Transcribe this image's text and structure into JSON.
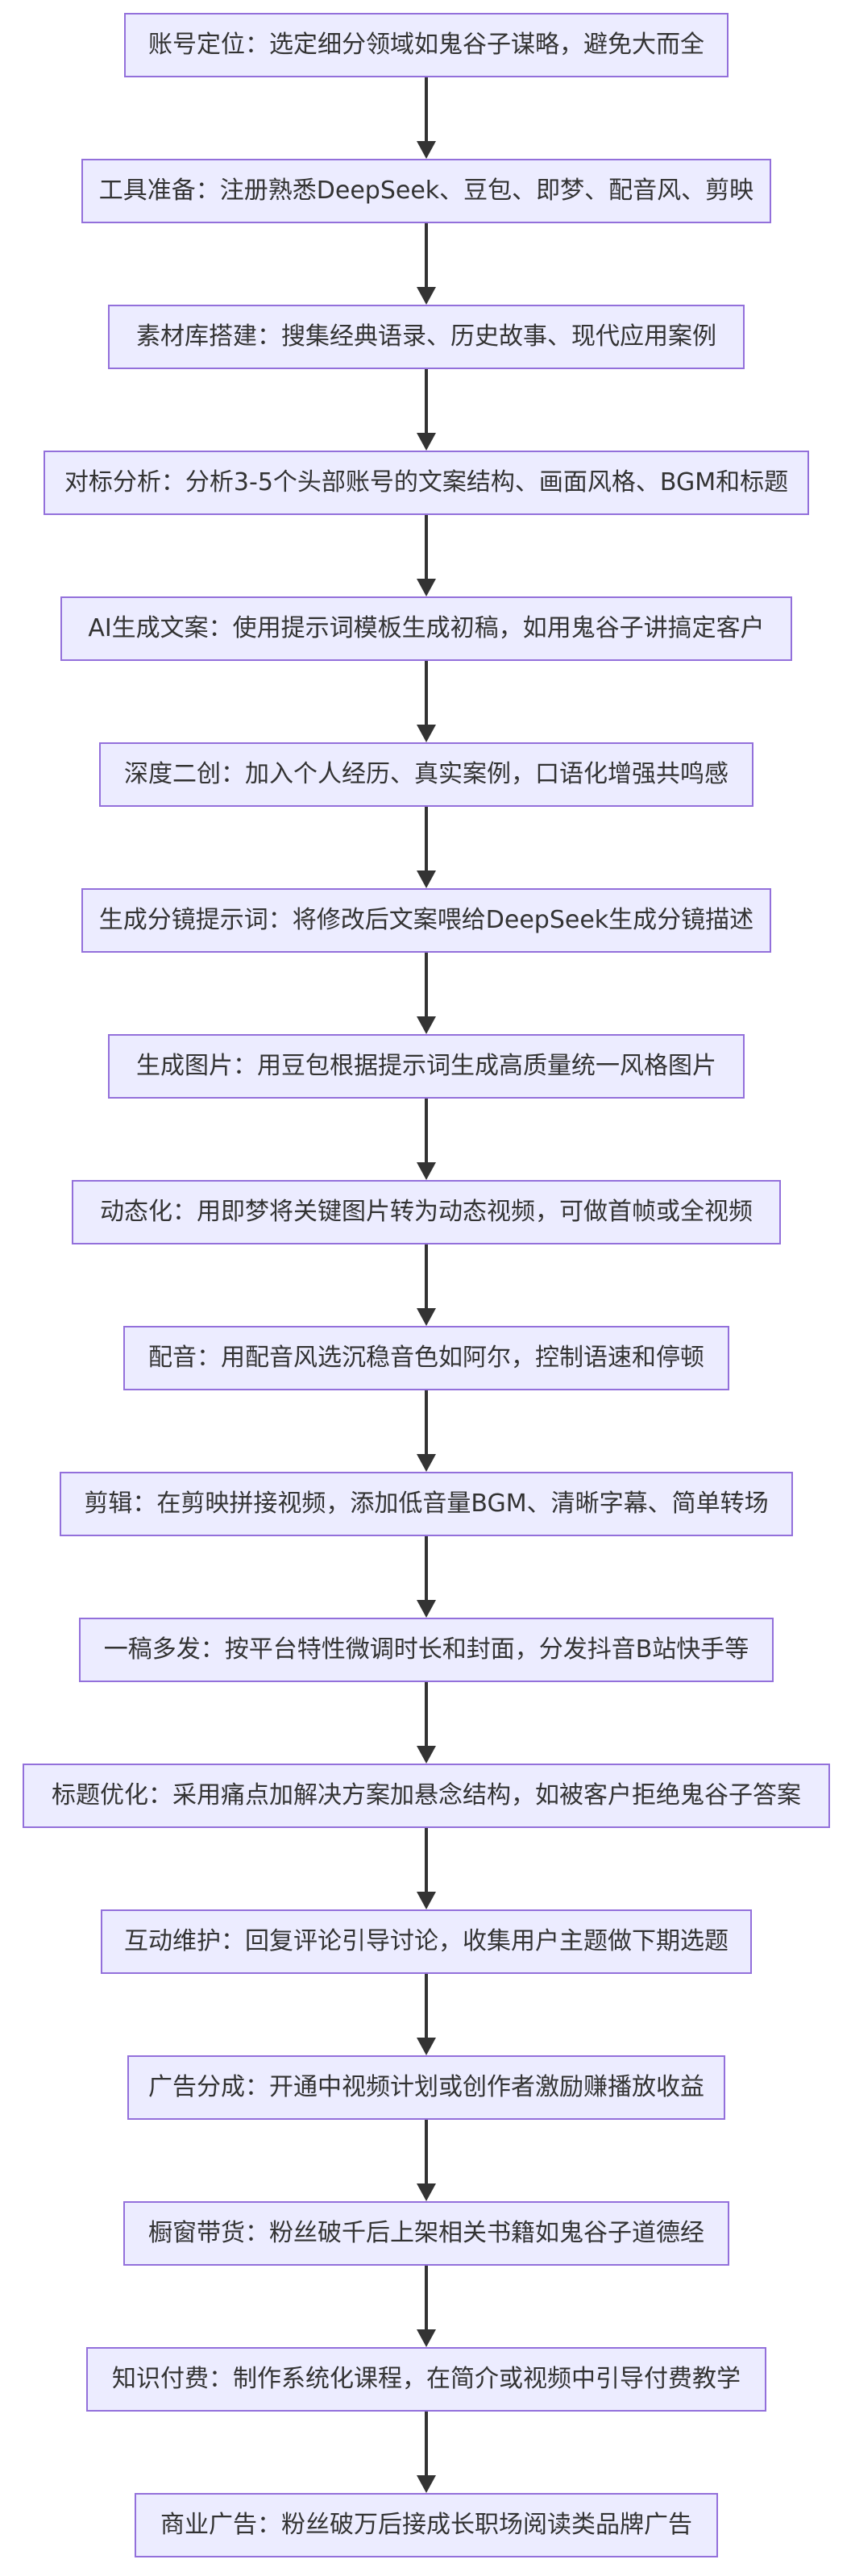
{
  "flowchart": {
    "direction": "top-to-bottom",
    "colors": {
      "node_fill": "#ececff",
      "node_border": "#9370db",
      "text": "#333333",
      "edge": "#333333"
    },
    "steps": [
      {
        "label": "账号定位：选定细分领域如鬼谷子谋略，避免大而全"
      },
      {
        "label": "工具准备：注册熟悉DeepSeek、豆包、即梦、配音风、剪映"
      },
      {
        "label": "素材库搭建：搜集经典语录、历史故事、现代应用案例"
      },
      {
        "label": "对标分析：分析3-5个头部账号的文案结构、画面风格、BGM和标题"
      },
      {
        "label": "AI生成文案：使用提示词模板生成初稿，如用鬼谷子讲搞定客户"
      },
      {
        "label": "深度二创：加入个人经历、真实案例，口语化增强共鸣感"
      },
      {
        "label": "生成分镜提示词：将修改后文案喂给DeepSeek生成分镜描述"
      },
      {
        "label": "生成图片：用豆包根据提示词生成高质量统一风格图片"
      },
      {
        "label": "动态化：用即梦将关键图片转为动态视频，可做首帧或全视频"
      },
      {
        "label": "配音：用配音风选沉稳音色如阿尔，控制语速和停顿"
      },
      {
        "label": "剪辑：在剪映拼接视频，添加低音量BGM、清晰字幕、简单转场"
      },
      {
        "label": "一稿多发：按平台特性微调时长和封面，分发抖音B站快手等"
      },
      {
        "label": "标题优化：采用痛点加解决方案加悬念结构，如被客户拒绝鬼谷子答案"
      },
      {
        "label": "互动维护：回复评论引导讨论，收集用户主题做下期选题"
      },
      {
        "label": "广告分成：开通中视频计划或创作者激励赚播放收益"
      },
      {
        "label": "橱窗带货：粉丝破千后上架相关书籍如鬼谷子道德经"
      },
      {
        "label": "知识付费：制作系统化课程，在简介或视频中引导付费教学"
      },
      {
        "label": "商业广告：粉丝破万后接成长职场阅读类品牌广告"
      }
    ]
  }
}
